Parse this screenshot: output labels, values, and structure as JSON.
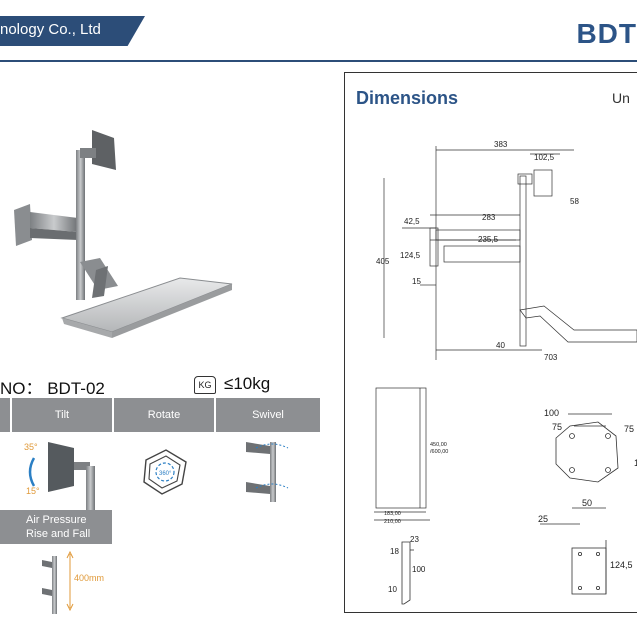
{
  "header": {
    "company": "nology Co., Ltd",
    "brand": "BDT"
  },
  "product": {
    "model_label": "NO： BDT-02",
    "weight_icon_text": "KG",
    "weight_limit": "≤10kg"
  },
  "features": {
    "headers": [
      "Tilt",
      "Rotate",
      "Swivel"
    ],
    "tilt_up": "35°",
    "tilt_down": "15°",
    "rotate_text": "360°",
    "air_pressure_line1": "Air Pressure",
    "air_pressure_line2": "Rise and Fall",
    "height_range": "400mm"
  },
  "dimensions": {
    "title": "Dimensions",
    "unit": "Un",
    "top": {
      "d383": "383",
      "d102_5": "102,5",
      "d58": "58",
      "d42_5": "42,5",
      "d283": "283",
      "d235_5": "235,5",
      "d124_5": "124,5",
      "d15": "15",
      "d405": "405",
      "d40": "40",
      "d703": "703"
    },
    "pole": {
      "h1": "450,00",
      "h2": "/600,00",
      "w1": "183,00",
      "w2": "210,00"
    },
    "vesa": {
      "d100": "100",
      "d75": "75",
      "d75b": "75",
      "d1": "1"
    },
    "plate": {
      "d50": "50",
      "d25": "25",
      "d124_5": "124,5"
    },
    "clamp": {
      "d23": "23",
      "d18": "18",
      "d100": "100",
      "d10": "10"
    }
  }
}
